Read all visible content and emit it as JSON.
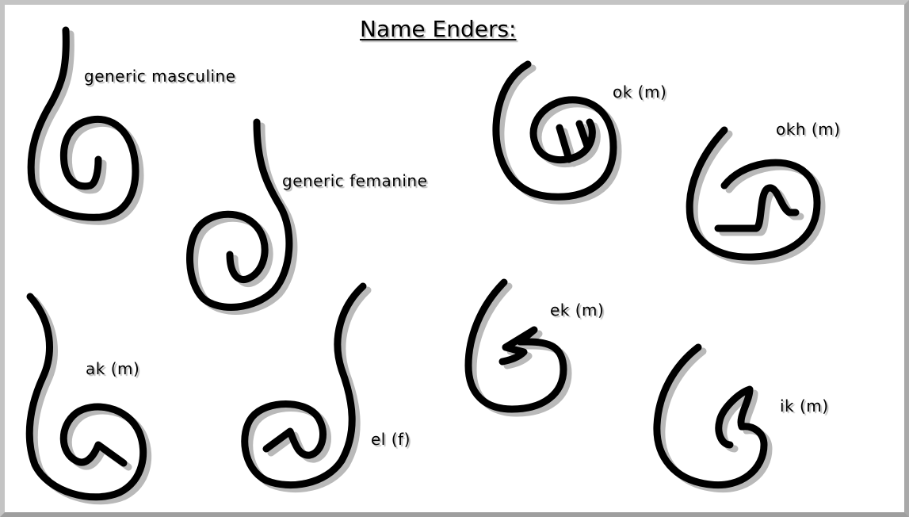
{
  "title": "Name Enders:",
  "enders": [
    {
      "id": "generic-masculine",
      "label": "generic masculine"
    },
    {
      "id": "generic-femanine",
      "label": "generic femanine"
    },
    {
      "id": "ak",
      "label": "ak (m)"
    },
    {
      "id": "el",
      "label": "el (f)"
    },
    {
      "id": "ok",
      "label": "ok (m)"
    },
    {
      "id": "okh",
      "label": "okh (m)"
    },
    {
      "id": "ek",
      "label": "ek (m)"
    },
    {
      "id": "ik",
      "label": "ik (m)"
    }
  ]
}
